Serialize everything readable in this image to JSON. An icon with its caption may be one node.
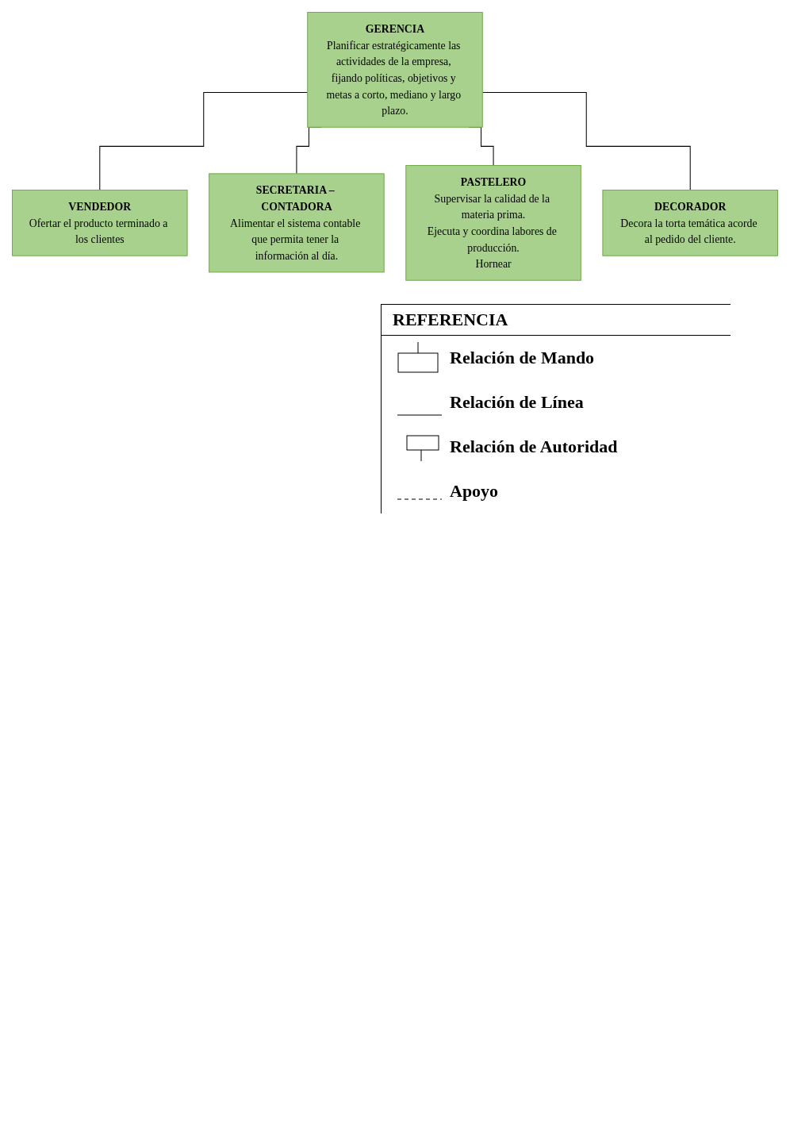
{
  "diagram": {
    "nodes": [
      {
        "text": [
          "GERENCIA",
          "Planificar estratégicamente las actividades de la empresa, fijando políticas, objetivos y metas a corto, mediano y largo plazo."
        ]
      },
      {
        "text": [
          "VENDEDOR",
          "Ofertar el producto terminado a los clientes"
        ]
      },
      {
        "text": [
          "SECRETARIA – CONTADORA",
          "Alimentar el sistema contable que permita tener la información al día."
        ]
      },
      {
        "text": [
          "PASTELERO",
          "Supervisar la calidad de la materia prima.",
          "Ejecuta y coordina labores de producción.",
          "Hornear"
        ]
      },
      {
        "text": [
          "DECORADOR",
          "Decora la torta temática acorde al pedido del cliente."
        ]
      }
    ],
    "edges": [
      {
        "from": 0,
        "to": 1,
        "arrow": "none"
      },
      {
        "from": 0,
        "to": 2,
        "arrow": "none"
      },
      {
        "from": 0,
        "to": 3,
        "arrow": "none"
      },
      {
        "from": 0,
        "to": 4,
        "arrow": "none"
      }
    ],
    "labels": [
      "REFERENCIA"
    ],
    "legend": [
      {
        "text": "Relación de Mando"
      },
      {
        "text": "Relación de Línea"
      },
      {
        "text": "Relación de Autoridad"
      },
      {
        "text": "Apoyo"
      }
    ]
  }
}
